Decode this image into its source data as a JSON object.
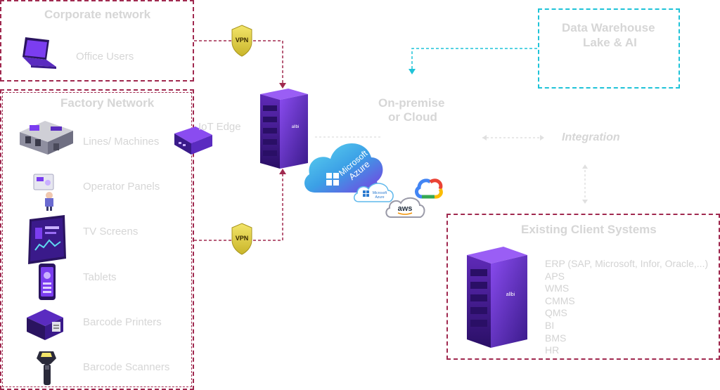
{
  "corporate": {
    "title": "Corporate network",
    "items": [
      {
        "label": "Office Users",
        "icon": "laptop-icon"
      }
    ]
  },
  "factory": {
    "title": "Factory Network",
    "items": [
      {
        "label": "Lines/ Machines",
        "icon": "factory-machine-icon"
      },
      {
        "label": "Operator Panels",
        "icon": "operator-panel-icon"
      },
      {
        "label": "TV Screens",
        "icon": "tv-screen-icon"
      },
      {
        "label": "Tablets",
        "icon": "tablet-icon"
      },
      {
        "label": "Barcode Printers",
        "icon": "barcode-printer-icon"
      },
      {
        "label": "Barcode Scanners",
        "icon": "barcode-scanner-icon"
      }
    ]
  },
  "iot_edge": {
    "label": "IoT Edge",
    "icon": "iot-edge-device-icon"
  },
  "vpn": {
    "label": "VPN"
  },
  "center": {
    "label_line1": "On-premise",
    "label_line2": "or Cloud",
    "server_badge": "allbi",
    "azure_line1": "Microsoft",
    "azure_line2": "Azure",
    "azure_small_line1": "Microsoft",
    "azure_small_line2": "Azure",
    "aws": "aws"
  },
  "warehouse": {
    "title_line1": "Data Warehouse",
    "title_line2": "Lake & AI"
  },
  "integration": {
    "label": "Integration"
  },
  "client_systems": {
    "title": "Existing Client Systems",
    "server_badge": "allbi",
    "items": [
      "ERP (SAP, Microsoft, Infor, Oracle,...)",
      "APS",
      "WMS",
      "CMMS",
      "QMS",
      "BI",
      "BMS",
      "HR"
    ]
  },
  "colors": {
    "border": "#a0294f",
    "cyan": "#1fc3d8",
    "purple": "#6a2fd6",
    "label": "#d6d6d6"
  }
}
